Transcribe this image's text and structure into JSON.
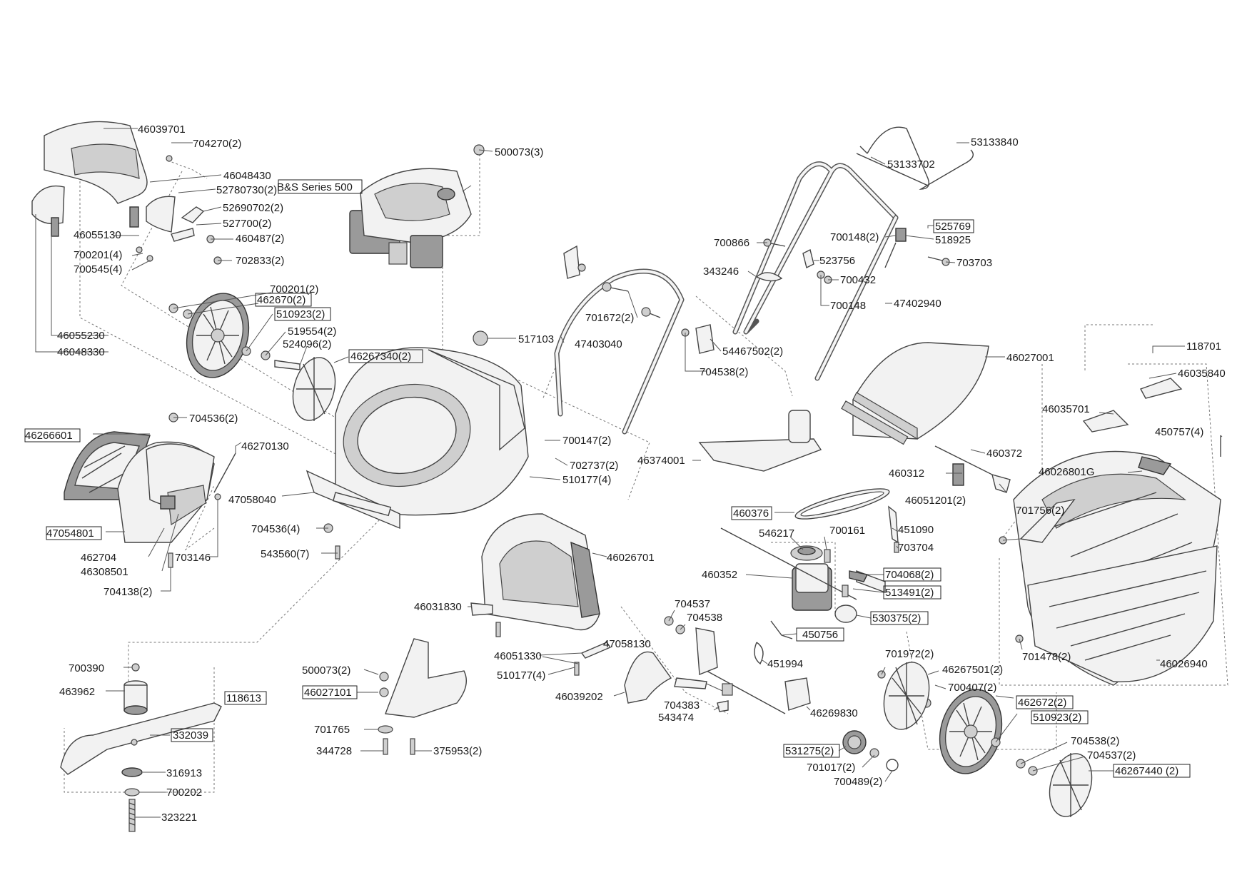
{
  "parts": {
    "p_46039701": "46039701",
    "p_704270_2": "704270(2)",
    "p_46048430": "46048430",
    "p_52780730_2": "52780730(2)",
    "p_52690702_2": "52690702(2)",
    "p_527700_2": "527700(2)",
    "p_460487_2": "460487(2)",
    "p_46055130": "46055130",
    "p_700201_4": "700201(4)",
    "p_700545_4": "700545(4)",
    "p_702833_2": "702833(2)",
    "p_700201_2": "700201(2)",
    "p_462670_2": "462670(2)",
    "p_510923_2a": "510923(2)",
    "p_519554_2": "519554(2)",
    "p_524096_2": "524096(2)",
    "p_46267340_2": "46267340(2)",
    "p_46055230": "46055230",
    "p_46048330": "46048330",
    "p_bs_series": "B&S Series 500",
    "p_500073_3": "500073(3)",
    "p_517103": "517103",
    "p_46266601": "46266601",
    "p_704536_2": "704536(2)",
    "p_46270130": "46270130",
    "p_47058040": "47058040",
    "p_47054801": "47054801",
    "p_704536_4": "704536(4)",
    "p_543560_7": "543560(7)",
    "p_462704": "462704",
    "p_46308501": "46308501",
    "p_703146": "703146",
    "p_704138_2": "704138(2)",
    "p_700147_2": "700147(2)",
    "p_702737_2": "702737(2)",
    "p_510177_4a": "510177(4)",
    "p_47403040": "47403040",
    "p_701672_2": "701672(2)",
    "p_700866": "700866",
    "p_343246": "343246",
    "p_54467502_2": "54467502(2)",
    "p_704538_2a": "704538(2)",
    "p_53133840": "53133840",
    "p_53133702": "53133702",
    "p_525769": "525769",
    "p_700148_2": "700148(2)",
    "p_518925": "518925",
    "p_523756": "523756",
    "p_703703": "703703",
    "p_700432": "700432",
    "p_700148": "700148",
    "p_47402940": "47402940",
    "p_46027001": "46027001",
    "p_118701": "118701",
    "p_46035840": "46035840",
    "p_46035701": "46035701",
    "p_450757_4": "450757(4)",
    "p_46026801G": "46026801G",
    "p_460372": "460372",
    "p_46374001": "46374001",
    "p_460312": "460312",
    "p_46051201_2": "46051201(2)",
    "p_460376": "460376",
    "p_451090": "451090",
    "p_700161": "700161",
    "p_546217": "546217",
    "p_703704": "703704",
    "p_460352": "460352",
    "p_704068_2": "704068(2)",
    "p_513491_2": "513491(2)",
    "p_530375_2": "530375(2)",
    "p_450756": "450756",
    "p_451994": "451994",
    "p_701756_2": "701756(2)",
    "p_701478_2": "701478(2)",
    "p_46026940": "46026940",
    "p_46026701": "46026701",
    "p_46031830": "46031830",
    "p_46051330": "46051330",
    "p_47058130": "47058130",
    "p_510177_4b": "510177(4)",
    "p_704537": "704537",
    "p_704538": "704538",
    "p_46039202": "46039202",
    "p_704383": "704383",
    "p_543474": "543474",
    "p_46269830": "46269830",
    "p_701972_2": "701972(2)",
    "p_46267501_2": "46267501(2)",
    "p_700407_2": "700407(2)",
    "p_462672_2": "462672(2)",
    "p_510923_2b": "510923(2)",
    "p_704538_2b": "704538(2)",
    "p_704537_2": "704537(2)",
    "p_46267440_2": "46267440 (2)",
    "p_531275_2": "531275(2)",
    "p_701017_2": "701017(2)",
    "p_700489_2": "700489(2)",
    "p_700390": "700390",
    "p_463962": "463962",
    "p_118613": "118613",
    "p_332039": "332039",
    "p_316913": "316913",
    "p_700202": "700202",
    "p_323221": "323221",
    "p_500073_2": "500073(2)",
    "p_46027101": "46027101",
    "p_701765": "701765",
    "p_344728": "344728",
    "p_375953_2": "375953(2)"
  }
}
